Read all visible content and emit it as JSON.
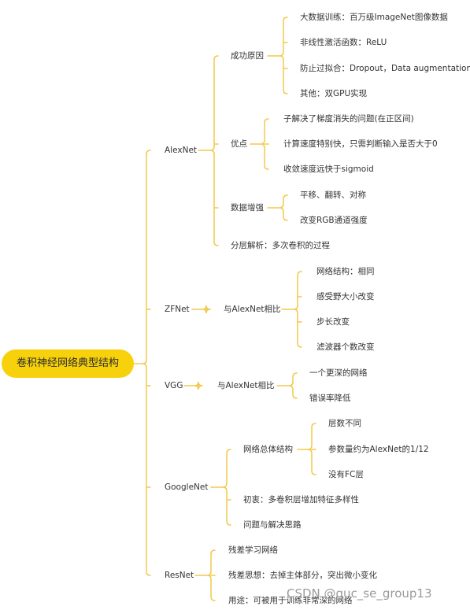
{
  "colors": {
    "accent": "#f7d10c",
    "branch": "#f2c94c",
    "text": "#333333"
  },
  "root": {
    "label": "卷积神经网络典型结构"
  },
  "alexnet": {
    "label": "AlexNet",
    "success": {
      "label": "成功原因",
      "items": [
        "大数据训练：百万级ImageNet图像数据",
        "非线性激活函数：ReLU",
        "防止过拟合：Dropout，Data augmentation",
        "其他：双GPU实现"
      ]
    },
    "advantages": {
      "label": "优点",
      "items": [
        "子解决了梯度消失的问题(在正区间)",
        "计算速度特别快，只需判断输入是否大于0",
        "收敛速度远快于sigmoid"
      ]
    },
    "augmentation": {
      "label": "数据增强",
      "items": [
        "平移、翻转、对称",
        "改变RGB通道强度"
      ]
    },
    "layered": {
      "label": "分层解析：多次卷积的过程"
    }
  },
  "zfnet": {
    "label": "ZFNet",
    "compare": {
      "label": "与AlexNet相比",
      "items": [
        "网络结构：相同",
        "感受野大小改变",
        "步长改变",
        "滤波器个数改变"
      ]
    }
  },
  "vgg": {
    "label": "VGG",
    "compare": {
      "label": "与AlexNet相比",
      "items": [
        "一个更深的网络",
        "错误率降低"
      ]
    }
  },
  "googlenet": {
    "label": "GoogleNet",
    "structure": {
      "label": "网络总体结构",
      "items": [
        "层数不同",
        "参数量约为AlexNet的1/12",
        "没有FC层"
      ]
    },
    "intent": {
      "label": "初衷：多卷积层增加特征多样性"
    },
    "problems": {
      "label": "问题与解决思路"
    }
  },
  "resnet": {
    "label": "ResNet",
    "items": [
      "残差学习网络",
      "残差思想：去掉主体部分，突出微小变化",
      "用途：可被用于训练非常深的网络"
    ]
  },
  "watermark": "CSDN @guc_se_group13"
}
